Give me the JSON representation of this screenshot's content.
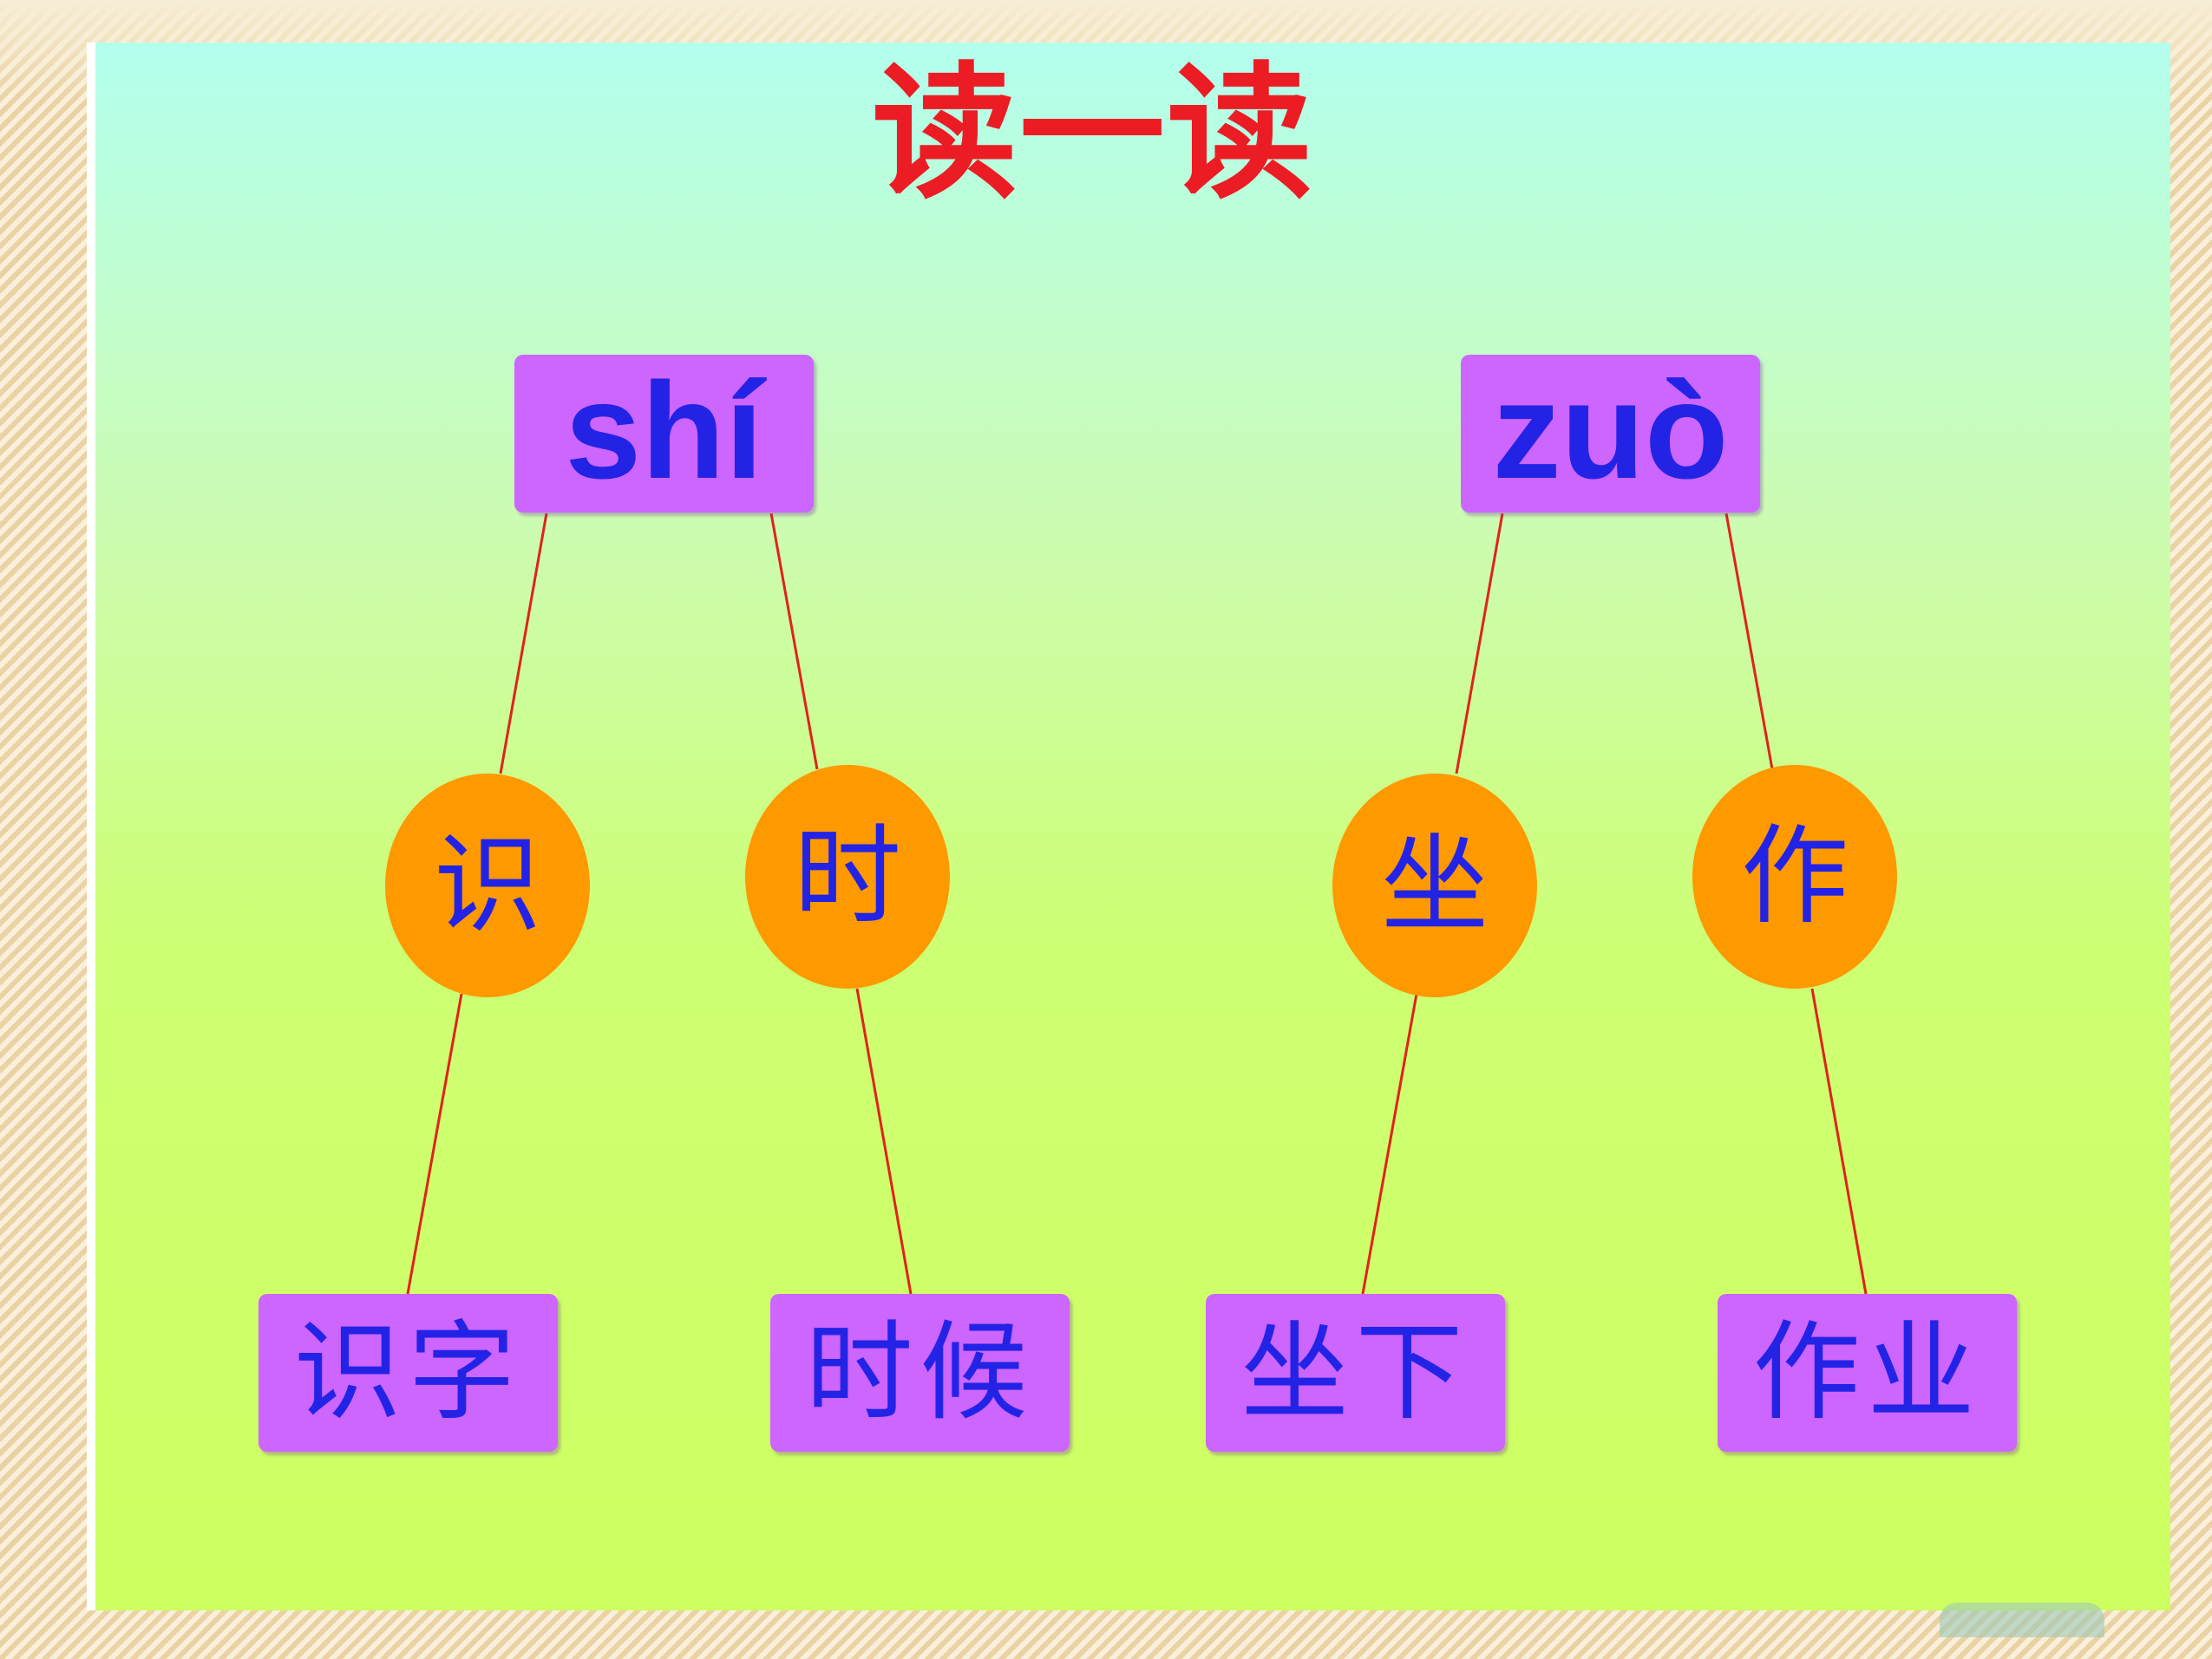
{
  "title": "读一读",
  "colors": {
    "title": "#ec1c24",
    "box_fill": "#cc66ff",
    "circle_fill": "#ff9900",
    "text": "#2323e6",
    "connector": "#e0221a"
  },
  "groups": [
    {
      "pinyin": "shí",
      "characters": [
        {
          "char": "识",
          "word": "识字"
        },
        {
          "char": "时",
          "word": "时候"
        }
      ]
    },
    {
      "pinyin": "zuò",
      "characters": [
        {
          "char": "坐",
          "word": "坐下"
        },
        {
          "char": "作",
          "word": "作业"
        }
      ]
    }
  ]
}
